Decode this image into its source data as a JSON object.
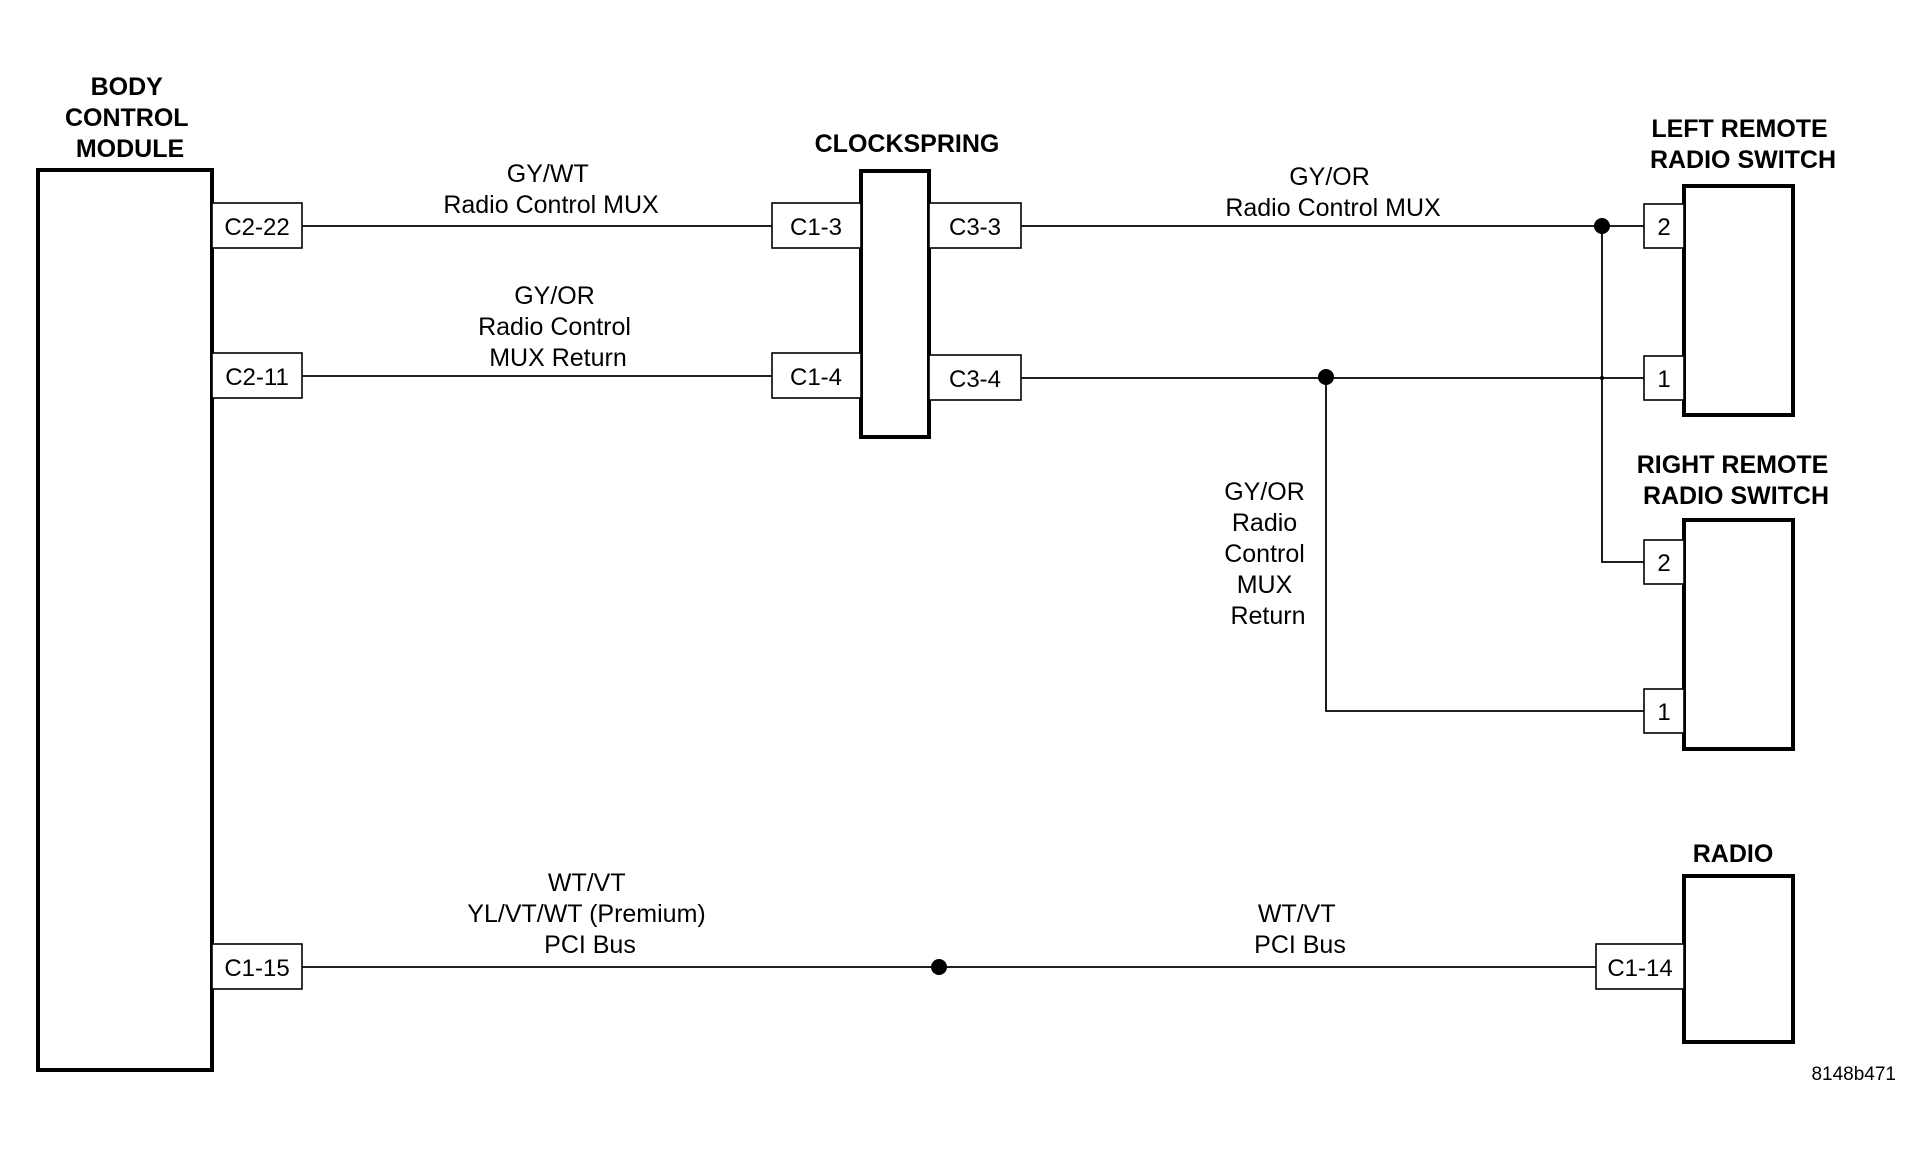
{
  "components": {
    "bcm": {
      "title": [
        "BODY",
        "CONTROL",
        "MODULE"
      ]
    },
    "clockspring": {
      "title": "CLOCKSPRING"
    },
    "left_switch": {
      "title": [
        "LEFT REMOTE",
        "RADIO SWITCH"
      ]
    },
    "right_switch": {
      "title": [
        "RIGHT REMOTE",
        "RADIO SWITCH"
      ]
    },
    "radio": {
      "title": "RADIO"
    }
  },
  "pins": {
    "bcm_c2_22": "C2-22",
    "bcm_c2_11": "C2-11",
    "bcm_c1_15": "C1-15",
    "cs_c1_3": "C1-3",
    "cs_c1_4": "C1-4",
    "cs_c3_3": "C3-3",
    "cs_c3_4": "C3-4",
    "left_pin_2": "2",
    "left_pin_1": "1",
    "right_pin_2": "2",
    "right_pin_1": "1",
    "radio_c1_14": "C1-14"
  },
  "wires": {
    "mux_bcm": [
      "GY/WT",
      "Radio Control MUX"
    ],
    "mux_ret_bcm": [
      "GY/OR",
      "Radio Control",
      "MUX Return"
    ],
    "mux_sw": [
      "GY/OR",
      "Radio Control MUX"
    ],
    "mux_ret_vert": [
      "GY/OR",
      "Radio",
      "Control",
      "MUX",
      "Return"
    ],
    "pci_bcm": [
      "WT/VT",
      "YL/VT/WT (Premium)",
      "PCI Bus"
    ],
    "pci_radio": [
      "WT/VT",
      "PCI Bus"
    ]
  },
  "figure_code": "8148b471"
}
